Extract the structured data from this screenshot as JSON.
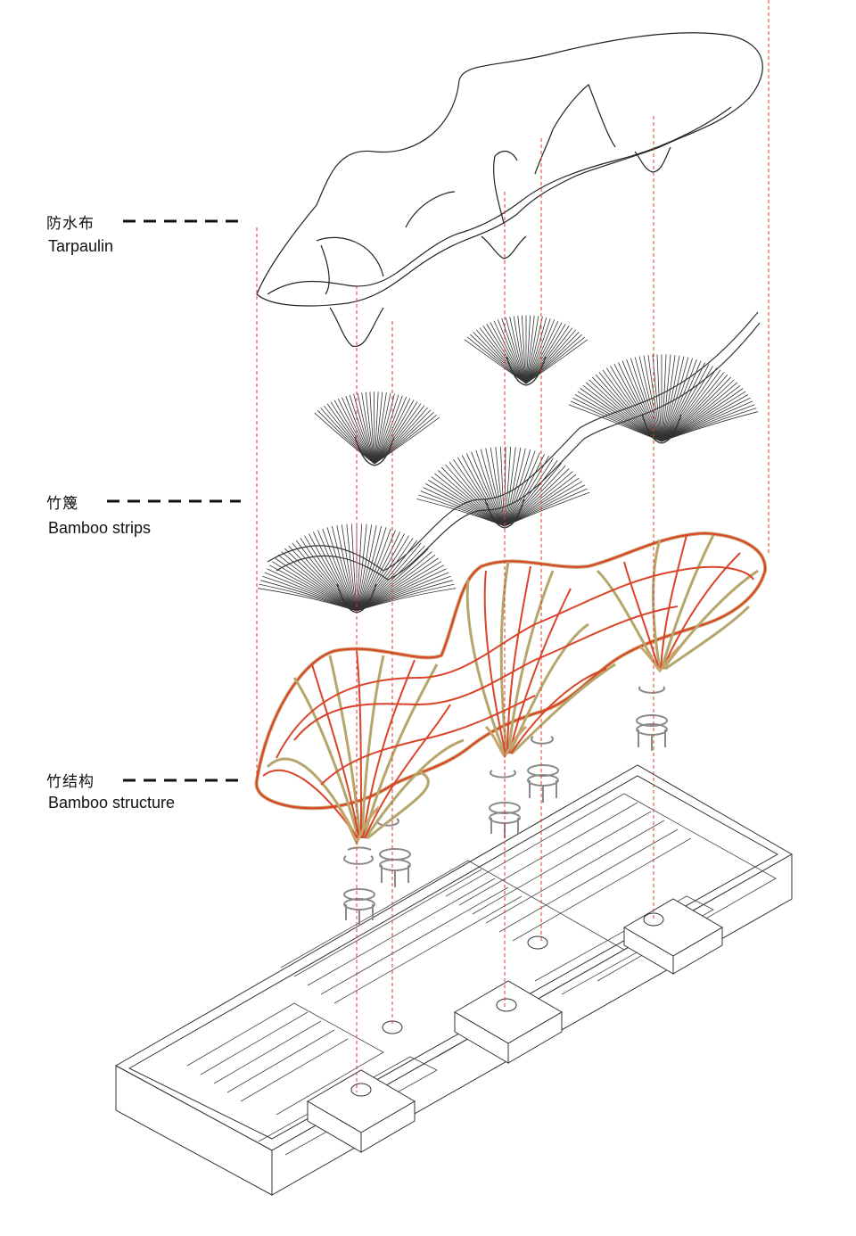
{
  "layers": [
    {
      "id": "tarpaulin",
      "zh": "防水布",
      "en": "Tarpaulin"
    },
    {
      "id": "bamboo-strips",
      "zh": "竹篾",
      "en": "Bamboo strips"
    },
    {
      "id": "bamboo-structure",
      "zh": "竹结构",
      "en": "Bamboo structure"
    }
  ],
  "colors": {
    "line": "#222222",
    "guide": "#e03a2f",
    "rib_red": "#d9442a",
    "rib_tan": "#b5a66b",
    "footing": "#9a9a9a"
  }
}
